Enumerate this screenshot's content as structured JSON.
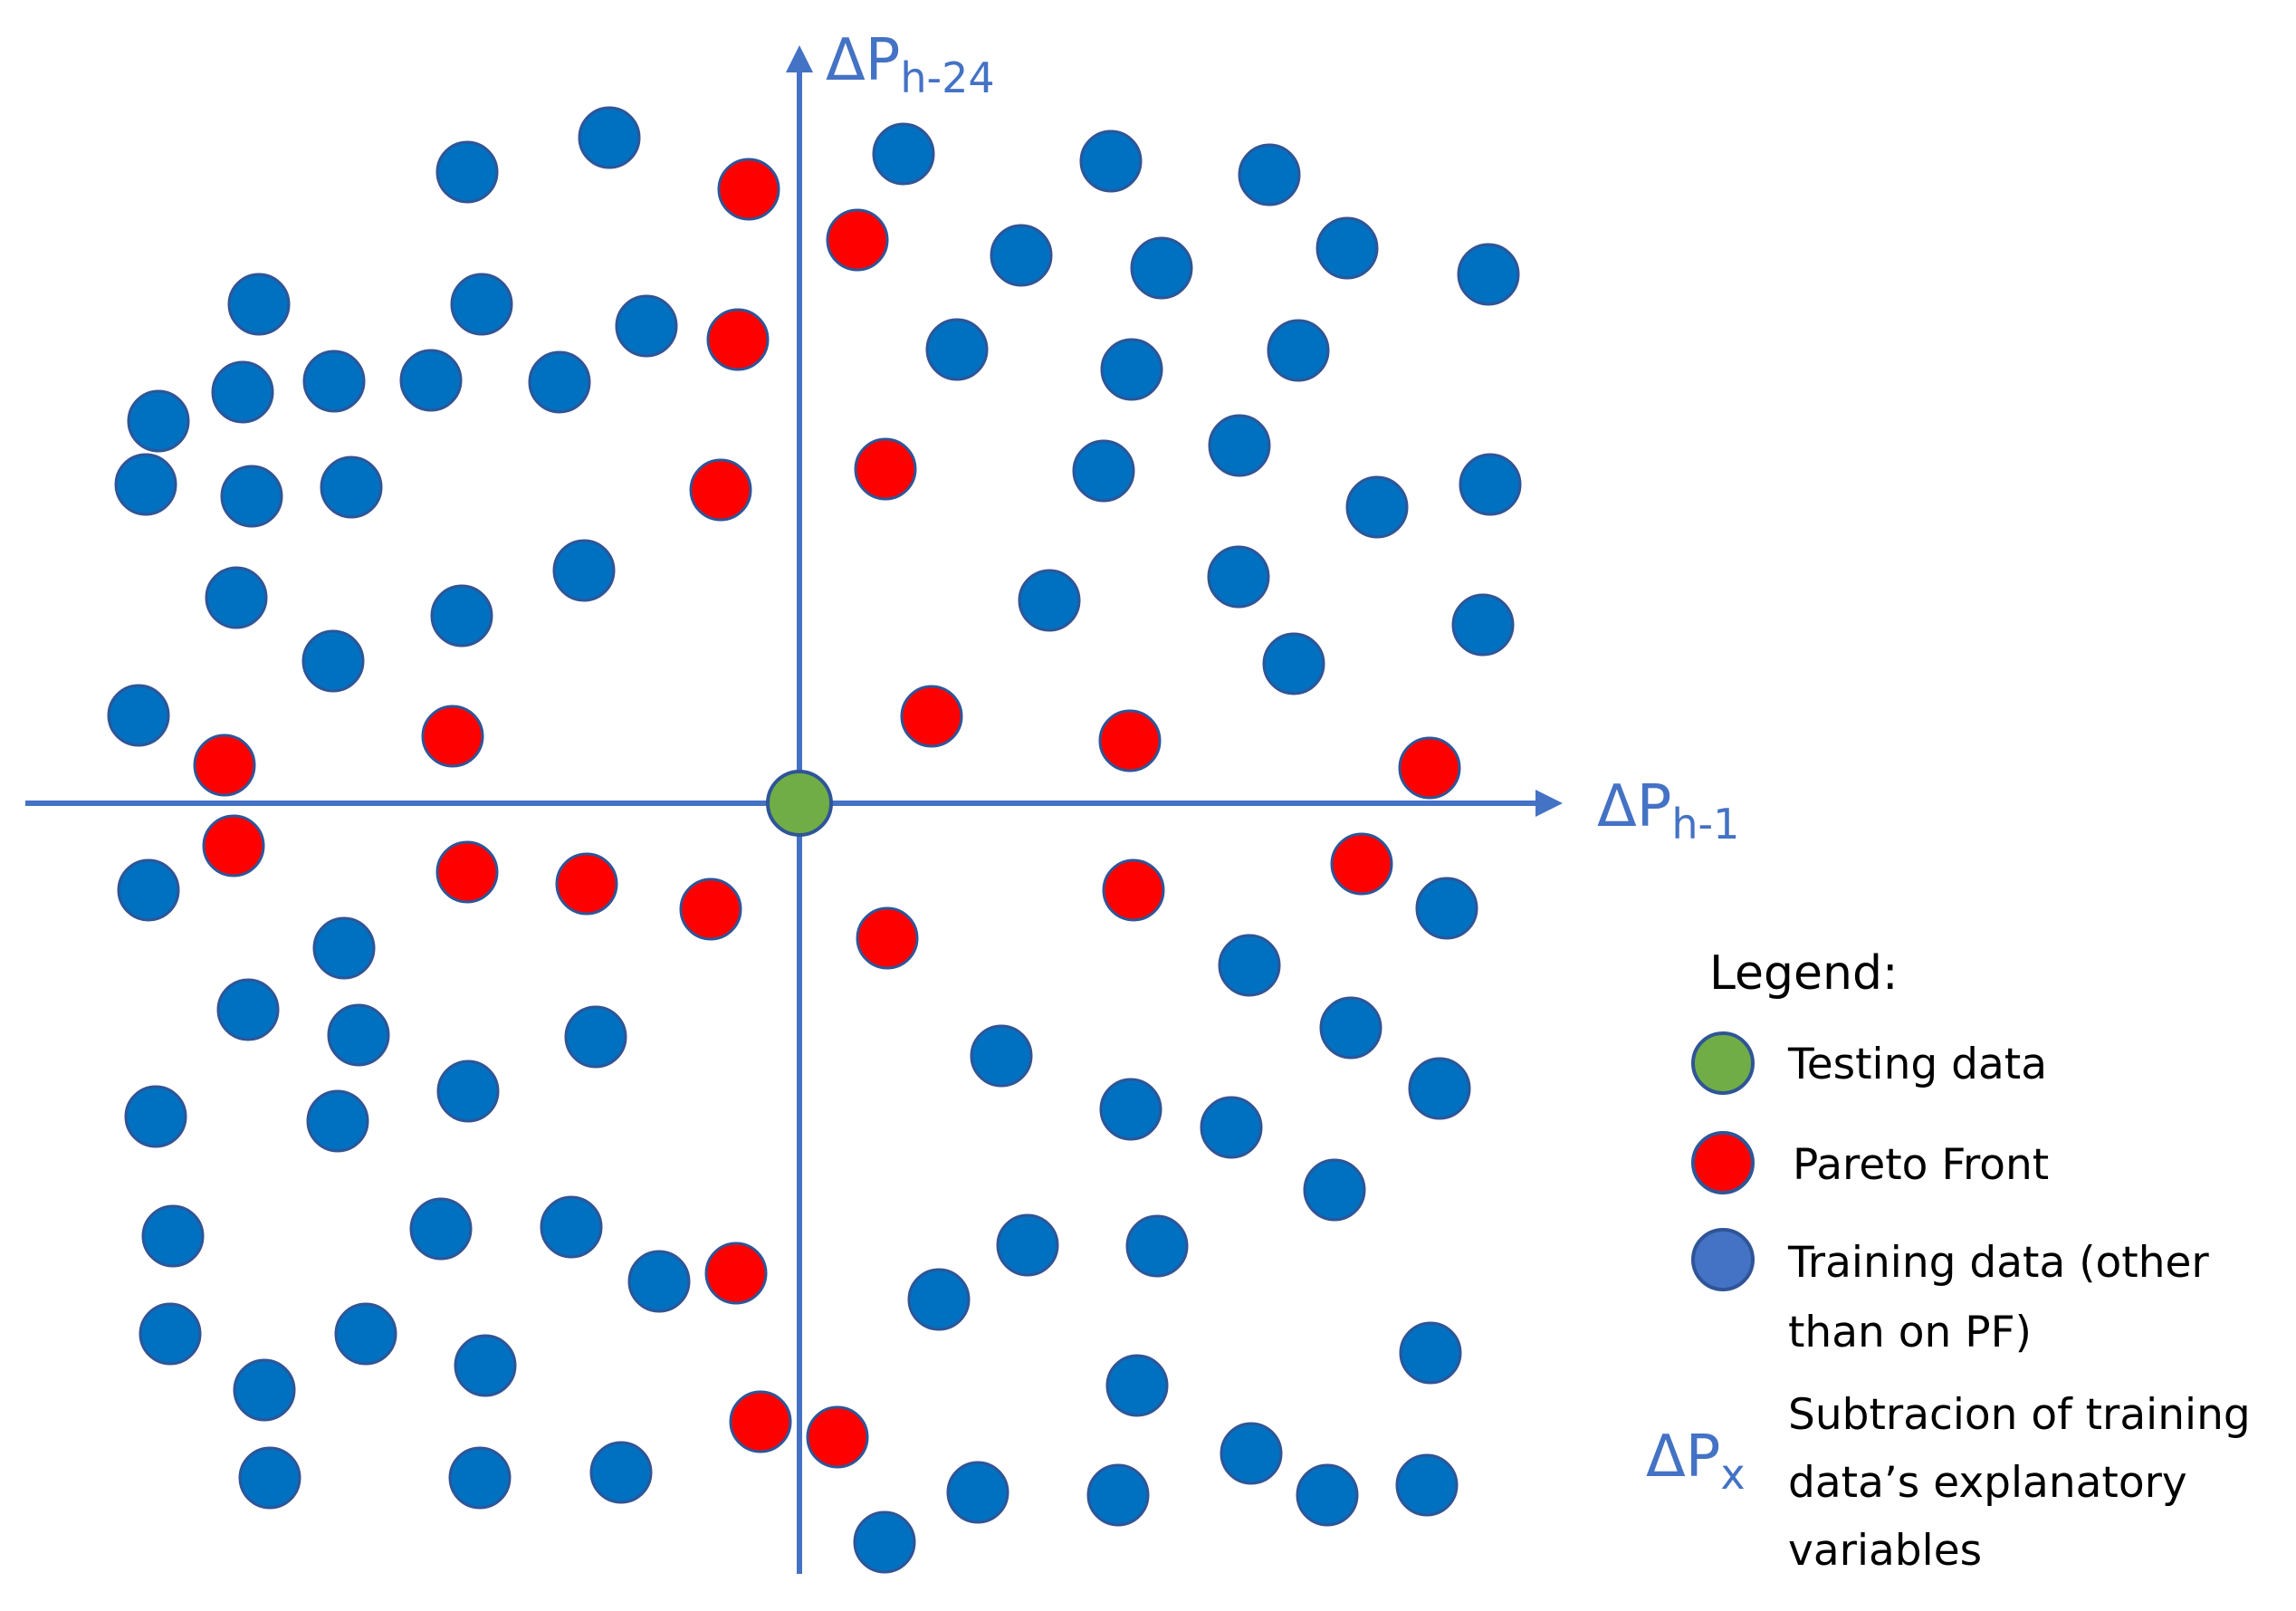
{
  "axes": {
    "x": {
      "base": "ΔP",
      "subscript": "h-1"
    },
    "y": {
      "base": "ΔP",
      "subscript": "h-24"
    }
  },
  "colors": {
    "axis": "#4472c4",
    "training": "#0070c0",
    "pareto": "#ff0000",
    "testing": "#70ad47",
    "legend_training": "#4472c4",
    "outline": "#2f5597"
  },
  "legend": {
    "title": "Legend:",
    "items": [
      {
        "key": "testing",
        "label_lines": [
          "Testing data"
        ]
      },
      {
        "key": "pareto",
        "label_lines": [
          "Pareto Front"
        ]
      },
      {
        "key": "training",
        "label_lines": [
          "Training data (other",
          "than on PF)"
        ]
      }
    ],
    "symbol": {
      "base": "ΔP",
      "subscript": "x"
    },
    "symbol_lines": [
      "Subtracion of training",
      "data’s explanatory",
      "variables"
    ]
  }
}
